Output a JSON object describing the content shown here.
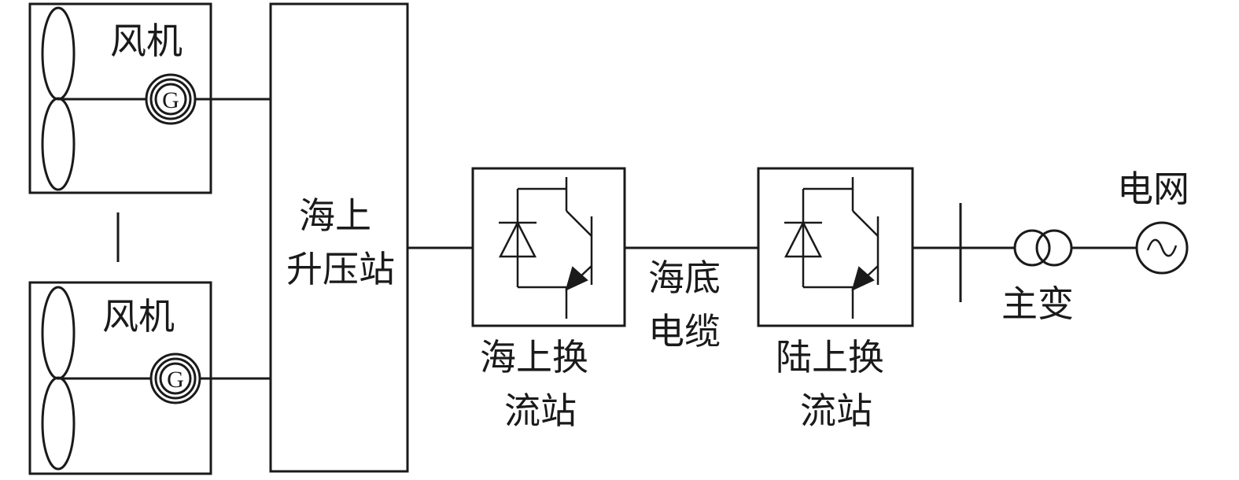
{
  "labels": {
    "wind_turbine_top": "风机",
    "wind_turbine_bottom": "风机",
    "generator_symbol_top": "G",
    "generator_symbol_bottom": "G",
    "offshore_booster_line1": "海上",
    "offshore_booster_line2": "升压站",
    "offshore_converter_line1": "海上换",
    "offshore_converter_line2": "流站",
    "subsea_cable_line1": "海底",
    "subsea_cable_line2": "电缆",
    "onshore_converter_line1": "陆上换",
    "onshore_converter_line2": "流站",
    "main_transformer": "主变",
    "power_grid": "电网"
  },
  "colors": {
    "line": "#1a1a1a",
    "background": "#ffffff"
  }
}
